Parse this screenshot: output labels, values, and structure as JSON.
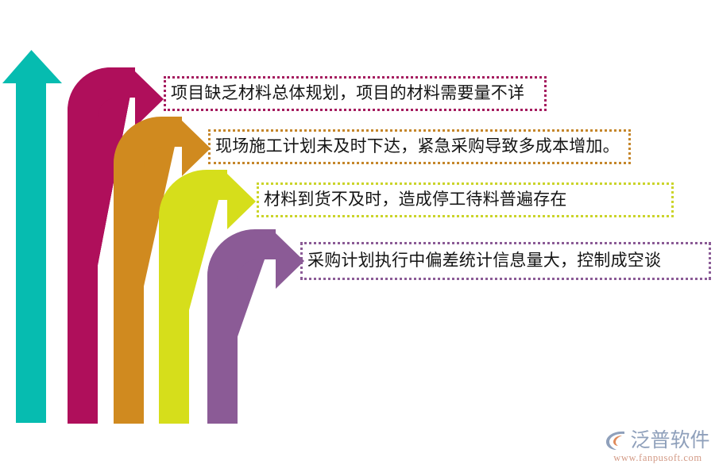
{
  "slide": {
    "background_color": "#ffffff",
    "arrows": [
      {
        "id": "arrow-trunk",
        "name": "upward-trunk-arrow",
        "color": "#06BCB0",
        "direction": "up",
        "label": ""
      },
      {
        "id": "arrow-1",
        "name": "bent-arrow-1",
        "color": "#AF0F5B",
        "direction": "right",
        "label": ""
      },
      {
        "id": "arrow-2",
        "name": "bent-arrow-2",
        "color": "#D08A1F",
        "direction": "right",
        "label": ""
      },
      {
        "id": "arrow-3",
        "name": "bent-arrow-3",
        "color": "#D6DE1B",
        "direction": "right",
        "label": ""
      },
      {
        "id": "arrow-4",
        "name": "bent-arrow-4",
        "color": "#8B5B96",
        "direction": "right",
        "label": ""
      }
    ],
    "callouts": [
      {
        "text": "项目缺乏材料总体规划，项目的材料需要量不详",
        "border_color": "#A51B5E"
      },
      {
        "text": "现场施工计划未及时下达，紧急采购导致多成本增加。",
        "border_color": "#C5862A"
      },
      {
        "text": "材料到货不及时，造成停工待料普遍存在",
        "border_color": "#CBD42A"
      },
      {
        "text": "采购计划执行中偏差统计信息量大，控制成空谈",
        "border_color": "#8B5B96"
      }
    ],
    "watermark": {
      "brand": "泛普软件",
      "url": "www.fanpusoft.com",
      "brand_color": "#8fa0bb",
      "url_color": "#d39a86",
      "logo_name": "fanpu-swirl-logo"
    }
  }
}
